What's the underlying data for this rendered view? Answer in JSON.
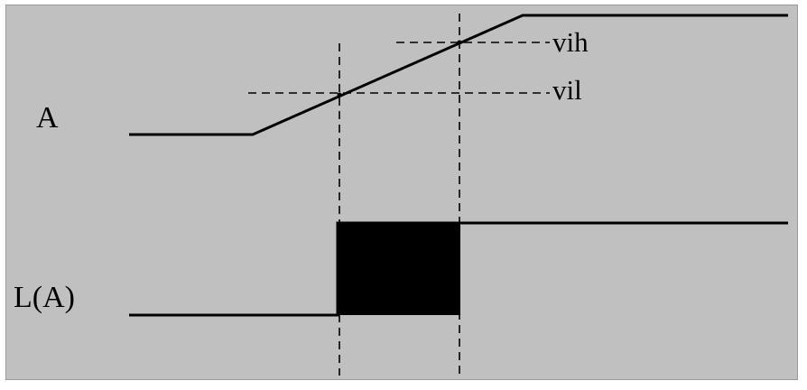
{
  "diagram": {
    "signal_a_label": "A",
    "signal_la_label": "L(A)",
    "threshold_high_label": "vih",
    "threshold_low_label": "vil"
  },
  "colors": {
    "background": "#c0c0c0",
    "ink": "#000000"
  }
}
